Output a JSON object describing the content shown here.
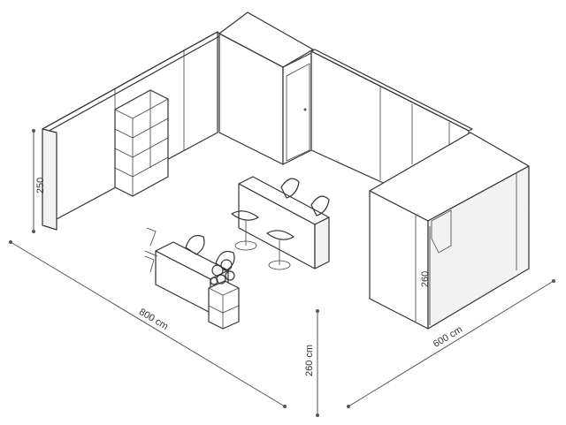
{
  "dimensions": {
    "width_label": "800 cm",
    "depth_label": "600 cm",
    "height_label": "260 cm",
    "wall_height_label": "250",
    "storage_height_label": "260"
  }
}
